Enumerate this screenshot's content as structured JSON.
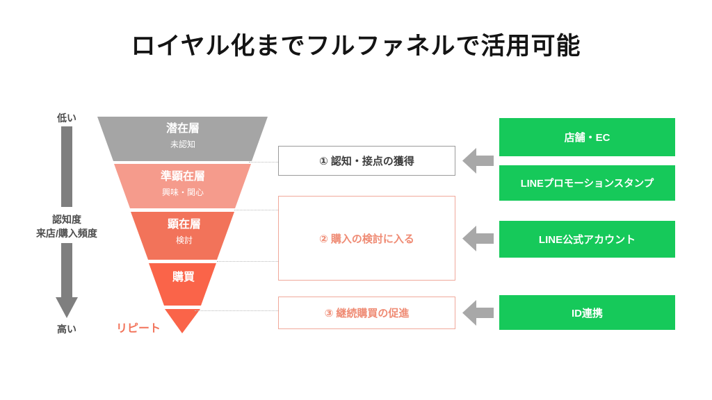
{
  "slide": {
    "title": "ロイヤル化までフルファネルで活用可能"
  },
  "axis": {
    "top_label": "低い",
    "bottom_label": "高い",
    "middle_line1": "認知度",
    "middle_line2": "来店/購入頻度",
    "arrow_icon": "down-arrow-icon",
    "arrow_color": "#7f7f7f"
  },
  "funnel": {
    "layers": [
      {
        "name": "潜在層",
        "sub": "未認知",
        "color": "#a5a5a5"
      },
      {
        "name": "準顕在層",
        "sub": "興味・関心",
        "color": "#f59b8c"
      },
      {
        "name": "顕在層",
        "sub": "検討",
        "color": "#f2735a"
      },
      {
        "name": "購買",
        "sub": "",
        "color": "#fa6449"
      }
    ],
    "tip_label": "リピート",
    "tip_color": "#f2735a"
  },
  "stages": [
    {
      "label": "① 認知・接点の獲得",
      "border_color": "#9a9a9a",
      "text_color": "#3d3d3d"
    },
    {
      "label": "② 購入の検討に入る",
      "border_color": "#f0a89a",
      "text_color": "#ef8b74"
    },
    {
      "label": "③ 継続購買の促進",
      "border_color": "#f0a89a",
      "text_color": "#ef8b74"
    }
  ],
  "products": [
    {
      "label": "店舗・EC"
    },
    {
      "label": "LINEプロモーションスタンプ"
    },
    {
      "label": "LINE公式アカウント"
    },
    {
      "label": "ID連携"
    }
  ],
  "arrows": {
    "icon": "left-arrow-icon",
    "color": "#a8a8a8",
    "count": 3
  },
  "colors": {
    "green": "#16c95a",
    "coral": "#f2735a",
    "gray": "#a5a5a5",
    "title": "#141414"
  }
}
